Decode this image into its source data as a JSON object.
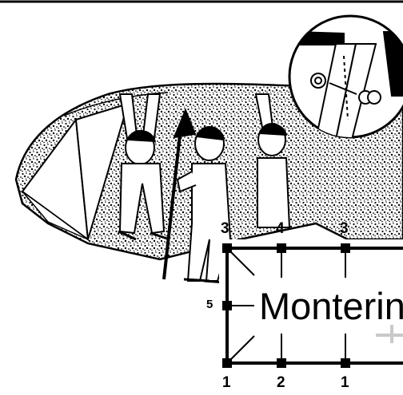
{
  "diagram": {
    "title_text": "Monterin",
    "top_labels": [
      "3",
      "4",
      "3"
    ],
    "bottom_labels": [
      "1",
      "2",
      "1"
    ],
    "side_label": "5"
  },
  "illustration": {
    "subject": "three workers raising a canvas tent roof with a pole",
    "inset": "magnified bolt and nut joint detail"
  },
  "colors": {
    "ink": "#000000",
    "paper": "#ffffff",
    "ghost": "#c9c9c9"
  }
}
